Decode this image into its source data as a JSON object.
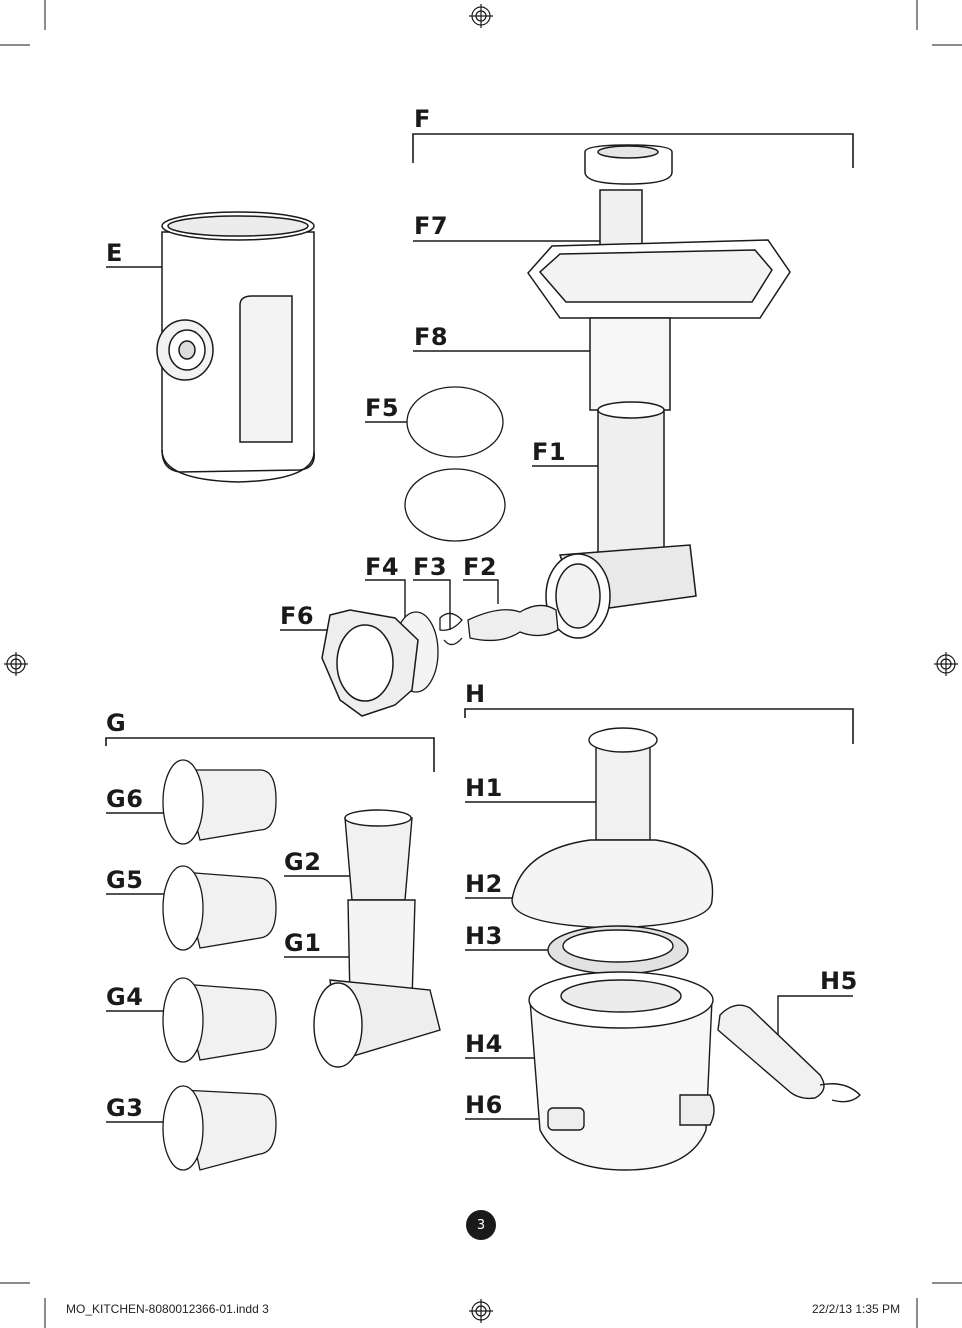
{
  "labels": {
    "E": "E",
    "F": "F",
    "F1": "F1",
    "F2": "F2",
    "F3": "F3",
    "F4": "F4",
    "F5": "F5",
    "F6": "F6",
    "F7": "F7",
    "F8": "F8",
    "G": "G",
    "G1": "G1",
    "G2": "G2",
    "G3": "G3",
    "G4": "G4",
    "G5": "G5",
    "G6": "G6",
    "H": "H",
    "H1": "H1",
    "H2": "H2",
    "H3": "H3",
    "H4": "H4",
    "H5": "H5",
    "H6": "H6"
  },
  "page_number": "3",
  "footer": {
    "file": "MO_KITCHEN-8080012366-01.indd   3",
    "date": "22/2/13   1:35 PM"
  }
}
